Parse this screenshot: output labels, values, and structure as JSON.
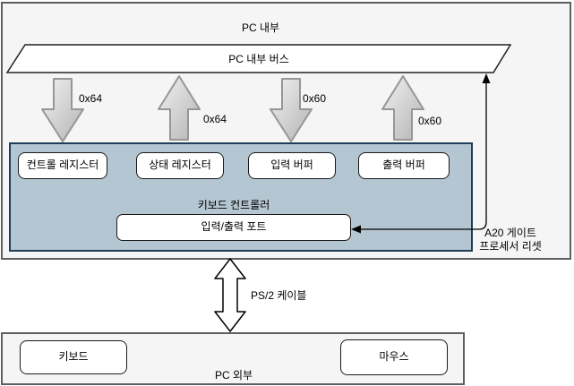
{
  "diagram": {
    "title_inside": "PC 내부",
    "bus": {
      "label": "PC 내부 버스"
    },
    "ports": {
      "write_0x64": "0x64",
      "read_0x64": "0x64",
      "write_0x60": "0x60",
      "read_0x60": "0x60"
    },
    "controller": {
      "title": "키보드 컨트롤러",
      "registers": [
        "컨트롤 레지스터",
        "상태 레지스터",
        "입력 버퍼",
        "출력 버퍼"
      ],
      "io_port": "입력/출력 포트"
    },
    "a20": {
      "line1": "A20 게이트",
      "line2": "프로세서 리셋"
    },
    "cable": {
      "label": "PS/2 케이블"
    },
    "outside": {
      "title": "PC 외부",
      "devices": [
        "키보드",
        "마우스"
      ]
    },
    "colors": {
      "controller_fill": "#b4c6d1",
      "controller_border": "#203e57",
      "frame_fill": "#f5f5f5",
      "frame_border": "#5f5f5f",
      "node_border": "#1a1a1a",
      "arrow_fill_light": "#f2f2f2",
      "arrow_fill_dark": "#b3b3b3",
      "arrow_stroke": "#969696",
      "connector": "#000000"
    }
  }
}
